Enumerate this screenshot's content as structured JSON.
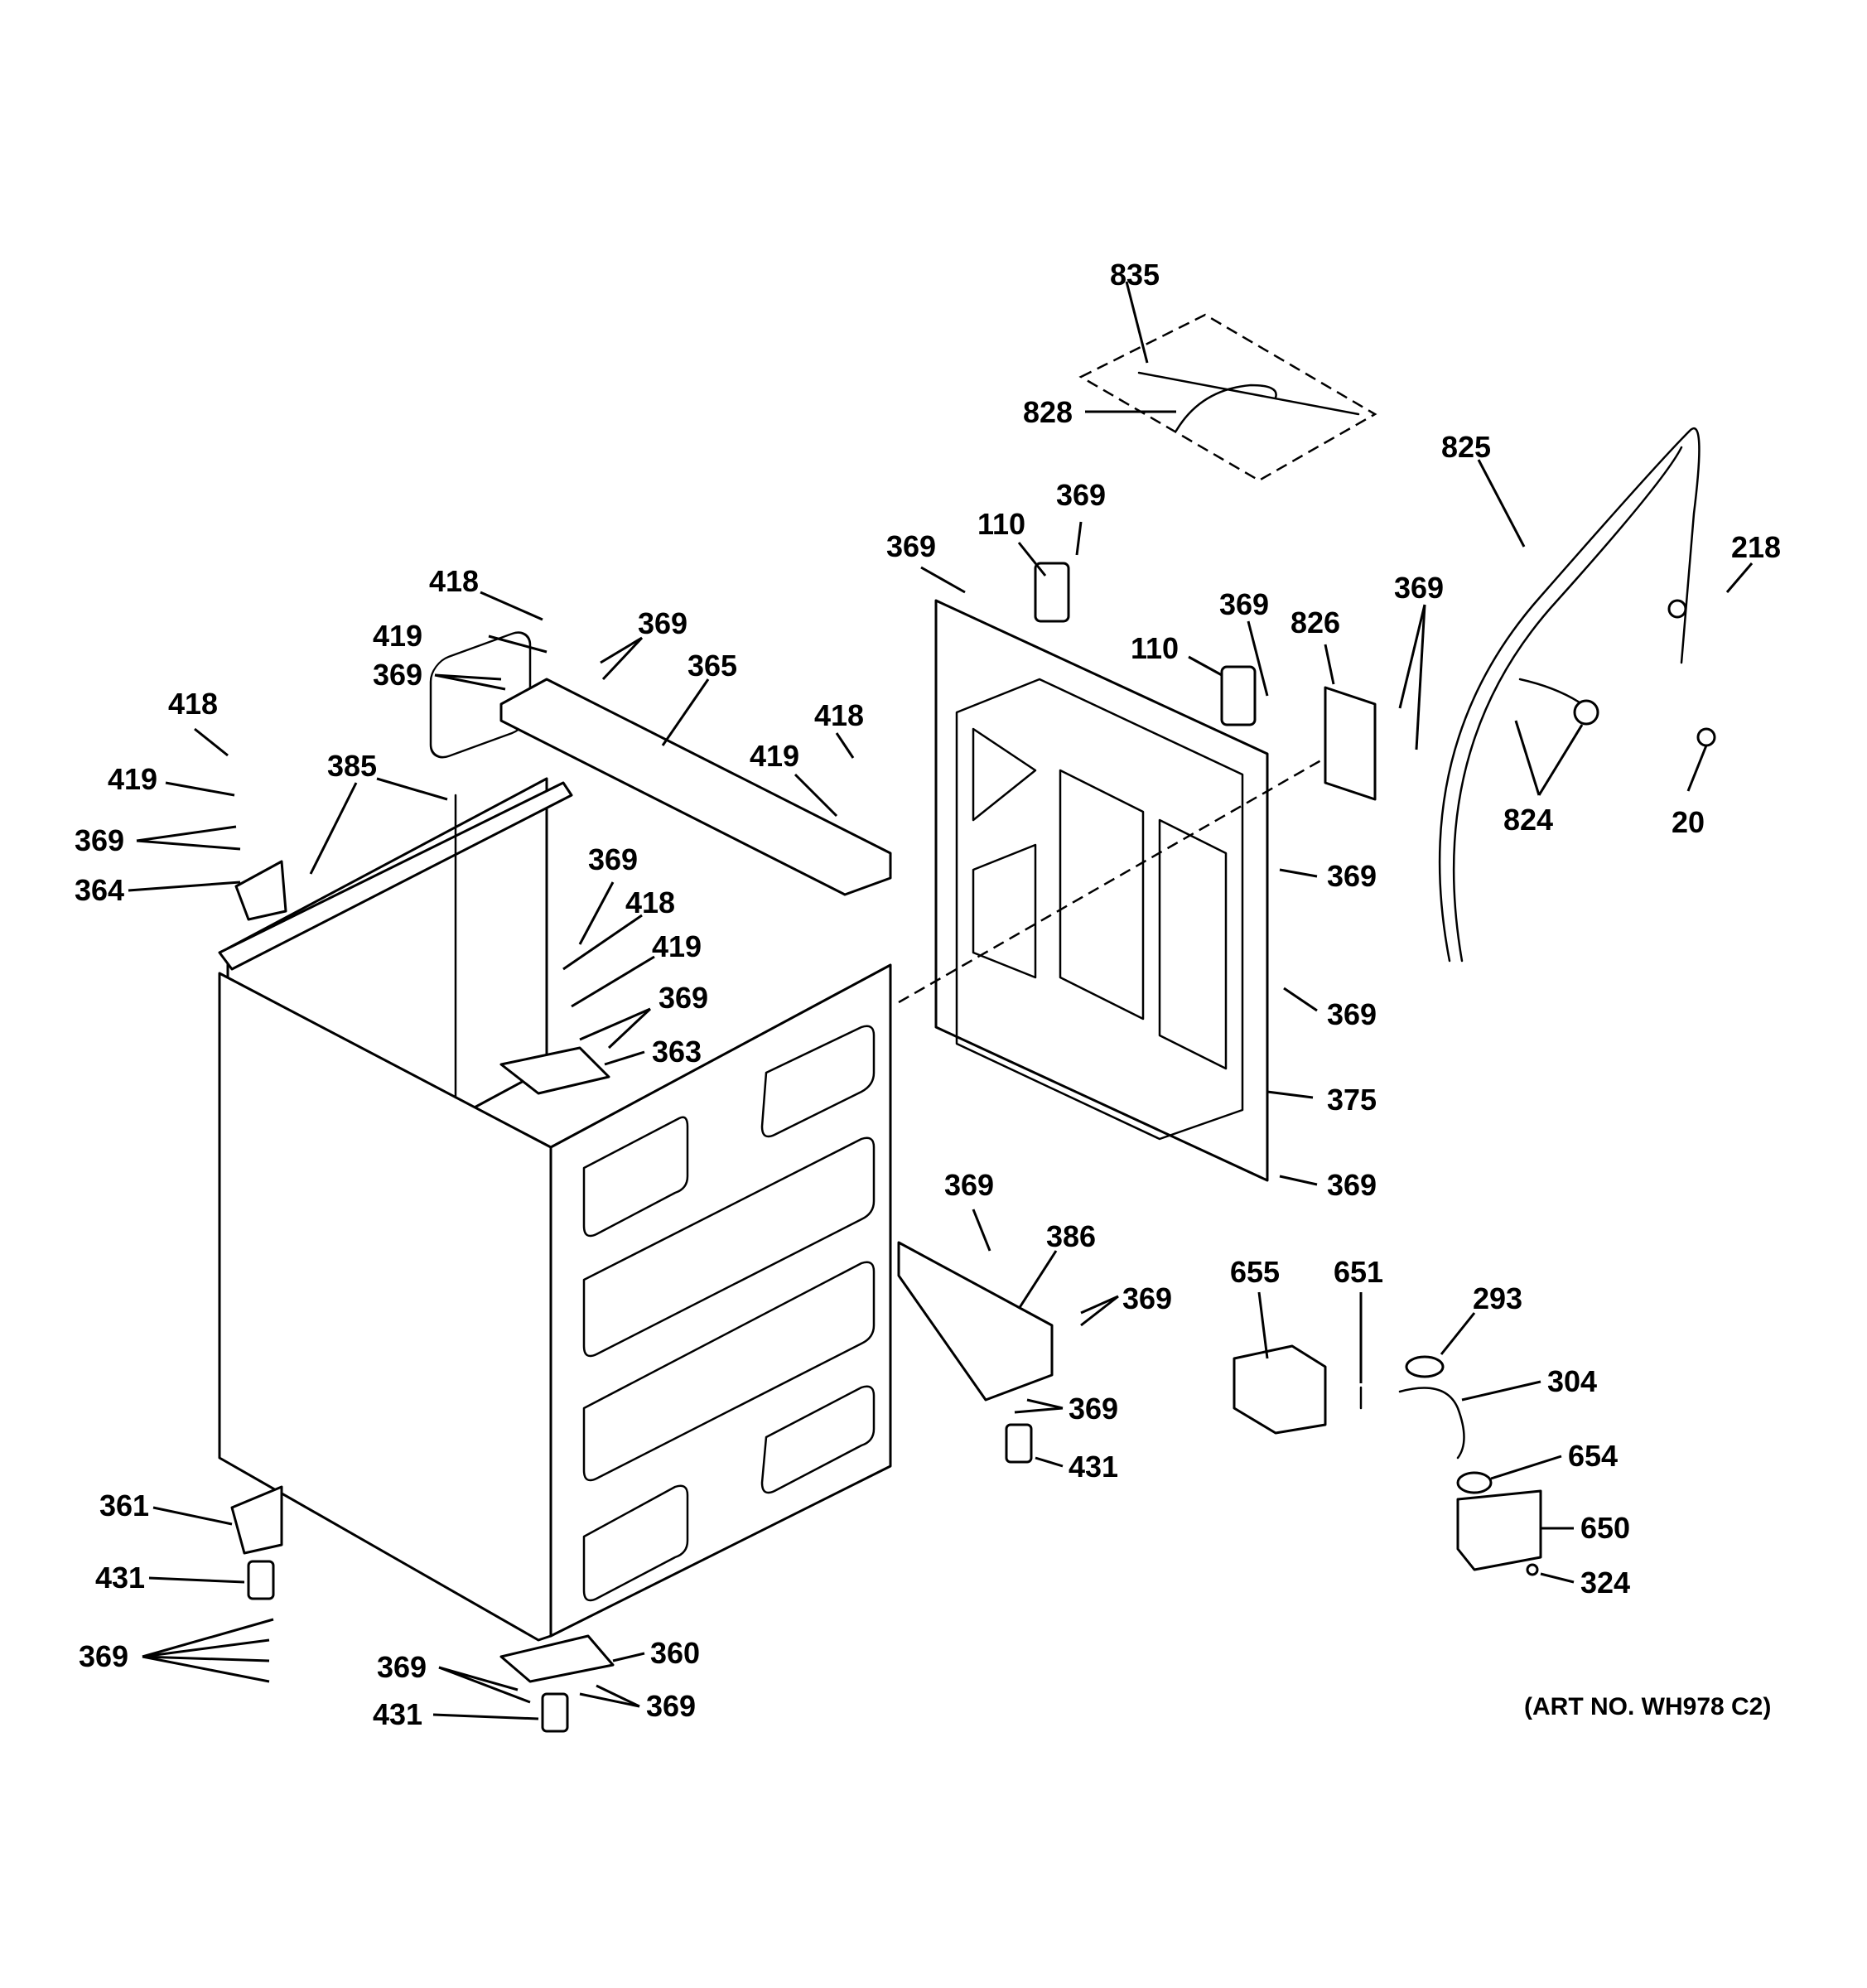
{
  "diagram": {
    "art_number": "(ART NO. WH978 C2)",
    "callouts": {
      "c835": "835",
      "c828": "828",
      "c825": "825",
      "c218": "218",
      "c20": "20",
      "c824": "824",
      "c826": "826",
      "c110a": "110",
      "c110b": "110",
      "c369_top1": "369",
      "c369_top2": "369",
      "c369_top3": "369",
      "c369_top4": "369",
      "c369_r1": "369",
      "c369_r2": "369",
      "c369_r3": "369",
      "c375": "375",
      "c418a": "418",
      "c419a": "419",
      "c369_a": "369",
      "c369_b": "369",
      "c365": "365",
      "c418b": "418",
      "c419b": "419",
      "c385": "385",
      "c418c": "418",
      "c419c": "419",
      "c369_c": "369",
      "c364": "364",
      "c369_d": "369",
      "c418d": "418",
      "c419d": "419",
      "c369_e": "369",
      "c363": "363",
      "c369_f": "369",
      "c386": "386",
      "c369_g": "369",
      "c369_h": "369",
      "c431a": "431",
      "c655": "655",
      "c651": "651",
      "c293": "293",
      "c304": "304",
      "c654": "654",
      "c650": "650",
      "c324": "324",
      "c361": "361",
      "c431b": "431",
      "c369_i": "369",
      "c369_j": "369",
      "c360": "360",
      "c431c": "431",
      "c369_k": "369"
    }
  }
}
